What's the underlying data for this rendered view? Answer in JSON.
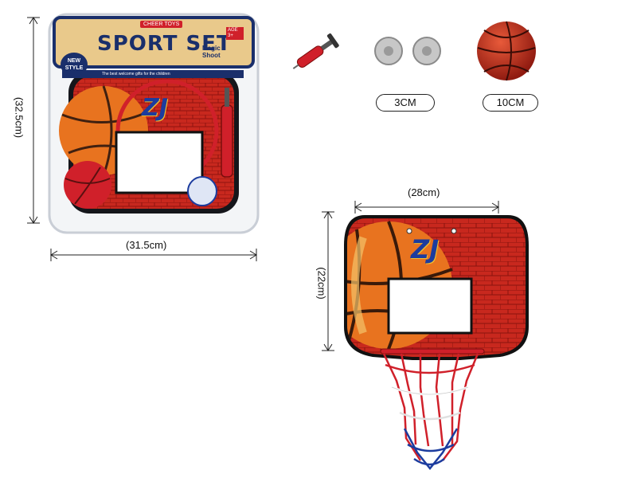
{
  "package": {
    "brand": "CHEER TOYS",
    "title": "SPORT SET",
    "badge": "NEW STYLE",
    "subtitle": "Magic Shoot",
    "age": "AGE 3+",
    "tagline": "The best welcome gifts for the children",
    "logo_letters": "ZJ"
  },
  "dimensions": {
    "package_height": "(32.5cm)",
    "package_width": "(31.5cm)",
    "board_width": "(28cm)",
    "board_height": "(22cm)"
  },
  "accessories": {
    "disc_size": "3CM",
    "ball_size": "10CM"
  },
  "board": {
    "logo_letters": "ZJ"
  },
  "colors": {
    "brick_red": "#c8281e",
    "ball_orange": "#e8731f",
    "package_blue": "#1a2f6b",
    "net_red": "#d0202a",
    "net_blue": "#1c3c9e"
  }
}
